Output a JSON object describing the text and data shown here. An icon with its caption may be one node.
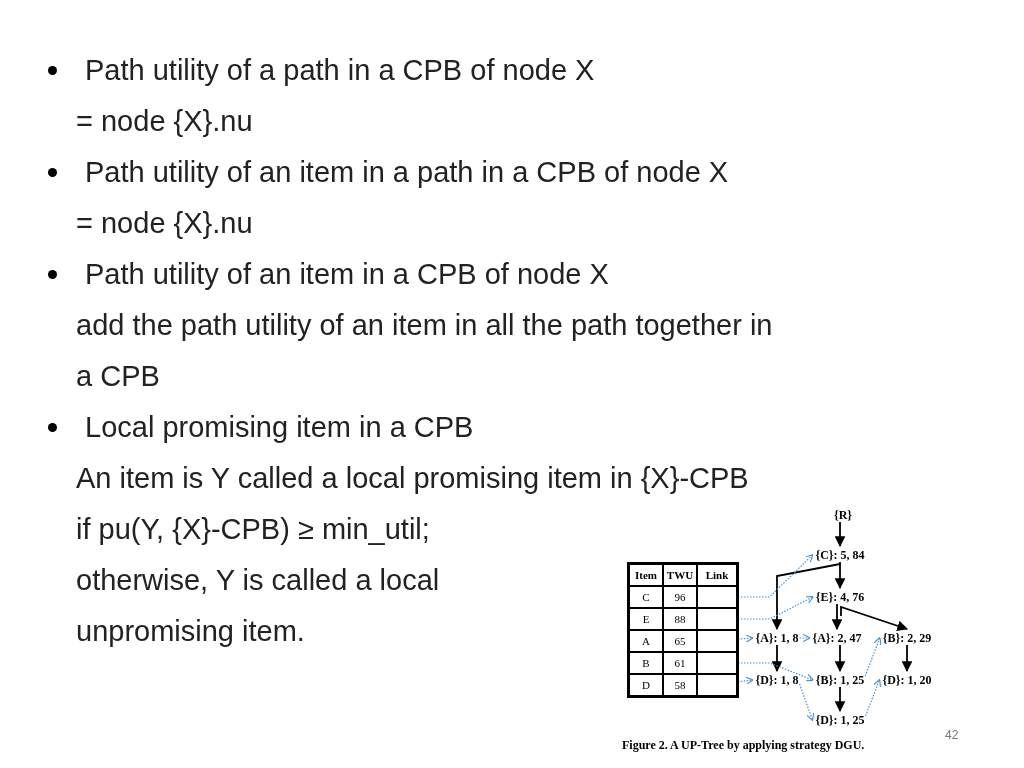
{
  "diagram": {
    "caption": "Figure 2. A UP-Tree by applying strategy DGU.",
    "nodes": [
      {
        "text": [
          "{R}"
        ]
      },
      {
        "text": [
          "{C}: 5, 84"
        ]
      },
      {
        "text": [
          "{E}: 4, 76"
        ]
      },
      {
        "text": [
          "{A}: 1, 8"
        ]
      },
      {
        "text": [
          "{A}: 2, 47"
        ]
      },
      {
        "text": [
          "{B}: 2, 29"
        ]
      },
      {
        "text": [
          "{D}: 1, 8"
        ]
      },
      {
        "text": [
          "{B}: 1, 25"
        ]
      },
      {
        "text": [
          "{D}: 1, 20"
        ]
      },
      {
        "text": [
          "{D}: 1, 25"
        ]
      },
      {
        "text": [],
        "shape": "box"
      },
      {
        "text": [],
        "shape": "box"
      },
      {
        "text": [],
        "shape": "box"
      },
      {
        "text": [],
        "shape": "box"
      },
      {
        "text": [],
        "shape": "box"
      }
    ],
    "edges": [
      {
        "from": 0,
        "to": 1,
        "arrow": "to"
      },
      {
        "from": 1,
        "to": 2,
        "arrow": "to"
      },
      {
        "from": 1,
        "to": 3,
        "arrow": "to"
      },
      {
        "from": 2,
        "to": 4,
        "arrow": "to"
      },
      {
        "from": 2,
        "to": 5,
        "arrow": "to"
      },
      {
        "from": 3,
        "to": 6,
        "arrow": "to"
      },
      {
        "from": 4,
        "to": 7,
        "arrow": "to"
      },
      {
        "from": 7,
        "to": 9,
        "arrow": "to"
      },
      {
        "from": 5,
        "to": 8,
        "arrow": "to"
      },
      {
        "from": 10,
        "to": 1,
        "arrow": "to",
        "style": "dashed",
        "color": "#4a8fc8"
      },
      {
        "from": 11,
        "to": 2,
        "arrow": "to",
        "style": "dashed",
        "color": "#4a8fc8"
      },
      {
        "from": 12,
        "to": 3,
        "arrow": "to",
        "style": "dashed",
        "color": "#4a8fc8"
      },
      {
        "from": 3,
        "to": 4,
        "arrow": "to",
        "style": "dashed",
        "color": "#4a8fc8"
      },
      {
        "from": 13,
        "to": 7,
        "arrow": "to",
        "style": "dashed",
        "color": "#4a8fc8"
      },
      {
        "from": 14,
        "to": 6,
        "arrow": "to",
        "style": "dashed",
        "color": "#4a8fc8"
      },
      {
        "from": 6,
        "to": 9,
        "arrow": "to",
        "style": "dashed",
        "color": "#4a8fc8"
      },
      {
        "from": 7,
        "to": 5,
        "arrow": "to",
        "style": "dashed",
        "color": "#4a8fc8"
      },
      {
        "from": 9,
        "to": 8,
        "arrow": "to",
        "style": "dashed",
        "color": "#4a8fc8"
      }
    ],
    "labels": [
      "Path utility of a path in a CPB of node X",
      "= node {X}.nu",
      "Path utility of an item in a path in a CPB of node X",
      "= node {X}.nu",
      "Path utility of an item in a CPB of node X",
      "add the path utility of an item in all the path together in a CPB",
      "Local promising item in a CPB",
      "An item is Y called a local promising item in {X}-CPB",
      "if pu(Y, {X}-CPB) ≥ min_util;",
      "otherwise, Y is called a local unpromising item.",
      "Item",
      "TWU",
      "Link",
      "C",
      "96",
      "E",
      "88",
      "A",
      "65",
      "B",
      "61",
      "D",
      "58",
      "42"
    ]
  }
}
